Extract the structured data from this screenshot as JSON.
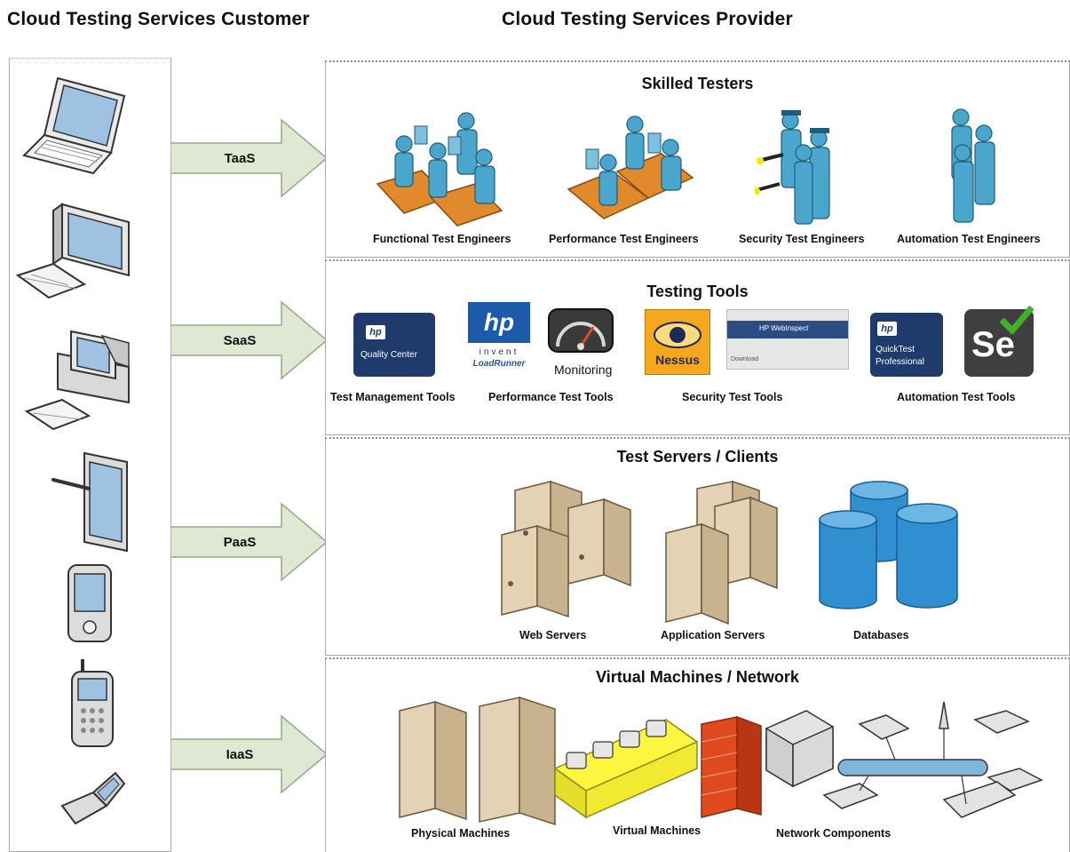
{
  "headings": {
    "customer": "Cloud Testing Services Customer",
    "provider": "Cloud Testing Services Provider"
  },
  "arrows": [
    "TaaS",
    "SaaS",
    "PaaS",
    "IaaS"
  ],
  "customer_devices": [
    "laptop-icon",
    "crt-workstation-icon",
    "desktop-pc-icon",
    "tablet-icon",
    "pda-icon",
    "mobile-phone-icon",
    "flip-phone-icon"
  ],
  "sections": {
    "testers": {
      "title": "Skilled Testers",
      "labels": [
        "Functional Test Engineers",
        "Performance Test Engineers",
        "Security Test Engineers",
        "Automation Test Engineers"
      ]
    },
    "tools": {
      "title": "Testing Tools",
      "labels": [
        "Test Management Tools",
        "Performance Test Tools",
        "Security Test Tools",
        "Automation Test Tools"
      ],
      "logos": {
        "quality_center": "Quality Center",
        "hp": "hp",
        "invent": "invent",
        "loadrunner": "LoadRunner",
        "monitoring": "Monitoring",
        "nessus": "Nessus",
        "webinspect": "HP WebInspect",
        "download": "Download",
        "quicktest_1": "QuickTest",
        "quicktest_2": "Professional",
        "selenium": "Se"
      }
    },
    "servers": {
      "title": "Test Servers / Clients",
      "labels": [
        "Web Servers",
        "Application Servers",
        "Databases"
      ]
    },
    "vm": {
      "title": "Virtual Machines / Network",
      "labels": [
        "Physical Machines",
        "Virtual Machines",
        "Network Components"
      ]
    }
  },
  "colors": {
    "arrow_fill": "#dfe8d2",
    "arrow_stroke": "#9aa88a",
    "person": "#4aa6cc",
    "desk": "#e08a2c",
    "server_beige": "#d6c3a4",
    "database_blue": "#2f8fd1",
    "firewall_red": "#e04a1f",
    "hp_navy": "#1f3b6b"
  }
}
